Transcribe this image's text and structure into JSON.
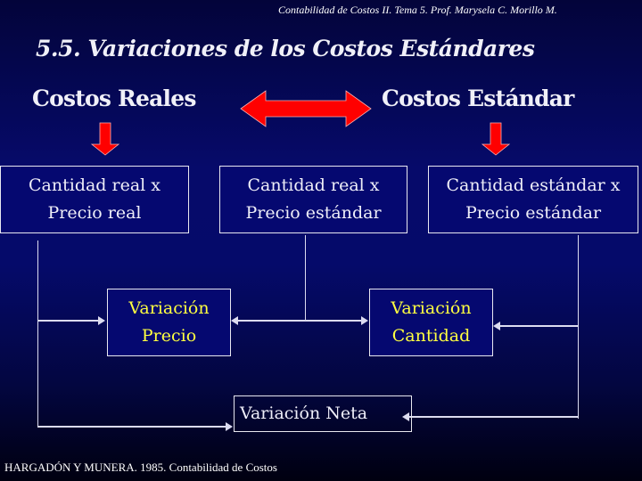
{
  "header": {
    "note": "Contabilidad de Costos II.   Tema 5.  Prof. Marysela C. Morillo M."
  },
  "slide": {
    "title": "5.5.  Variaciones de los Costos Estándares",
    "left_heading": "Costos Reales",
    "right_heading": "Costos Estándar"
  },
  "boxes": {
    "actual": {
      "line1": "Cantidad real  x",
      "line2": "Precio real"
    },
    "mixed": {
      "line1": "Cantidad real  x",
      "line2": "Precio estándar"
    },
    "standard": {
      "line1": "Cantidad estándar x",
      "line2": "Precio estándar"
    },
    "price_variance": {
      "line1": "Variación",
      "line2": "Precio"
    },
    "quantity_variance": {
      "line1": "Variación",
      "line2": "Cantidad"
    },
    "net_variance": {
      "label": "Variación Neta"
    }
  },
  "colors": {
    "background": "#060a6a",
    "arrow_red": "#ff0000",
    "variance_text": "#ffff40",
    "text": "#ffffff"
  },
  "footer": {
    "source": "HARGADÓN Y MUNERA. 1985.  Contabilidad de Costos"
  }
}
